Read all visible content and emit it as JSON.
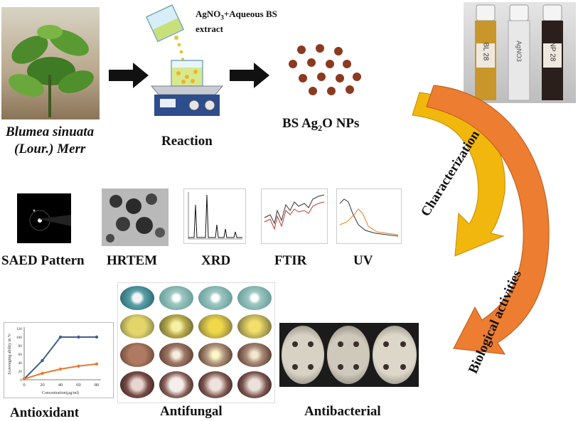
{
  "labels": {
    "plant_name_line1": "Blumea sinuata",
    "plant_name_line2": "(Lour.) Merr",
    "reaction": "Reaction",
    "reagent_line1": "AgNO",
    "reagent_sub": "3",
    "reagent_line1_rest": "+Aqueous BS",
    "reagent_line2": "extract",
    "nps_prefix": "BS Ag",
    "nps_sub": "2",
    "nps_suffix": "O NPs",
    "saed": "SAED Pattern",
    "hrtem": "HRTEM",
    "xrd": "XRD",
    "ftir": "FTIR",
    "uv": "UV",
    "characterization": "Characterization",
    "biological_activities": "Biological activities",
    "antioxidant": "Antioxidant",
    "antifungal": "Antifungal",
    "antibacterial": "Antibacterial"
  },
  "vials": [
    "BL 28",
    "AgNO3",
    "NP 28"
  ],
  "chart_data": {
    "type": "line",
    "x": [
      0,
      20,
      40,
      60,
      80
    ],
    "xlabel": "Concentration(µg/ml)",
    "ylabel": "Scavenging ability in %",
    "ylim": [
      0,
      120
    ],
    "yticks": [
      0,
      20,
      40,
      60,
      80,
      100,
      120
    ],
    "xticks": [
      0,
      20,
      40,
      60,
      80
    ],
    "series": [
      {
        "values": [
          2,
          45,
          100,
          100,
          100
        ],
        "color": "#3e5f8a"
      },
      {
        "values": [
          2,
          15,
          25,
          32,
          37
        ],
        "color": "#e87a2f"
      }
    ]
  },
  "colors": {
    "arrow_black": "#111111",
    "arrow_gold": "#f2b70c",
    "arrow_orange": "#ed7d31",
    "nanoparticle": "#8b3a1f"
  }
}
